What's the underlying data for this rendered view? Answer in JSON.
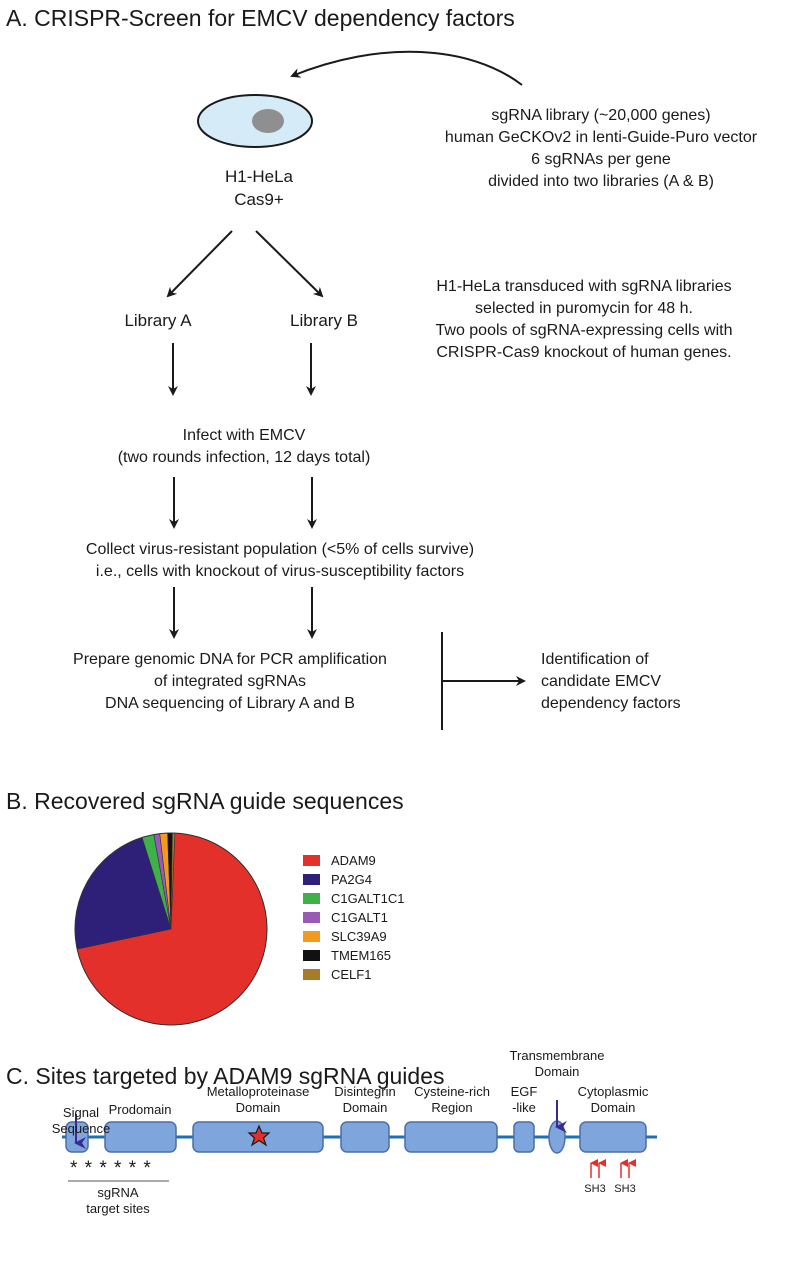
{
  "section_a": {
    "title": "A. CRISPR-Screen for EMCV dependency factors",
    "cell_label_line1": "H1-HeLa",
    "cell_label_line2": "Cas9+",
    "library_info": [
      "sgRNA library (~20,000 genes)",
      "human GeCKOv2 in lenti-Guide-Puro vector",
      "6 sgRNAs per gene",
      "divided into two libraries (A & B)"
    ],
    "library_a": "Library A",
    "library_b": "Library B",
    "transduction_info": [
      "H1-HeLa transduced with sgRNA libraries",
      "selected in puromycin for 48 h.",
      "Two pools of sgRNA-expressing cells with",
      "CRISPR-Cas9 knockout of human genes."
    ],
    "infect_lines": [
      "Infect with EMCV",
      "(two rounds infection, 12 days total)"
    ],
    "collect_lines": [
      "Collect virus-resistant population (<5% of cells survive)",
      "i.e., cells with knockout of virus-susceptibility factors"
    ],
    "prepare_lines": [
      "Prepare genomic DNA for PCR amplification",
      "of integrated sgRNAs",
      "DNA sequencing of Library A and B"
    ],
    "identify_lines": [
      "Identification of",
      "candidate EMCV",
      "dependency factors"
    ]
  },
  "section_b": {
    "title": "B. Recovered sgRNA guide sequences"
  },
  "chart_data": {
    "type": "pie",
    "title": "",
    "slices": [
      {
        "label": "ADAM9",
        "value": 71.0,
        "color": "#e3302b"
      },
      {
        "label": "PA2G4",
        "value": 23.5,
        "color": "#2e1f78"
      },
      {
        "label": "C1GALT1C1",
        "value": 2.0,
        "color": "#3fb04a"
      },
      {
        "label": "C1GALT1",
        "value": 1.0,
        "color": "#9b59b6"
      },
      {
        "label": "SLC39A9",
        "value": 1.3,
        "color": "#f39a1e"
      },
      {
        "label": "TMEM165",
        "value": 0.8,
        "color": "#111111"
      },
      {
        "label": "CELF1",
        "value": 0.4,
        "color": "#a67c2a"
      }
    ],
    "legend_position": "right"
  },
  "section_c": {
    "title": "C. Sites targeted by ADAM9 sgRNA guides",
    "signal_label": [
      "Signal",
      "Sequence"
    ],
    "prodomain_label": "Prodomain",
    "metallo_label": [
      "Metalloproteinase",
      "Domain"
    ],
    "disintegrin_label": [
      "Disintegrin",
      "Domain"
    ],
    "cysteine_label": [
      "Cysteine-rich",
      "Region"
    ],
    "egf_label": [
      "EGF",
      "-like"
    ],
    "transmembrane_label": [
      "Transmembrane",
      "Domain"
    ],
    "cytoplasmic_label": [
      "Cytoplasmic",
      "Domain"
    ],
    "asterisks": "* * * * * *",
    "sgrna_label": [
      "sgRNA",
      "target sites"
    ],
    "sh3_1": "SH3",
    "sh3_2": "SH3",
    "colors": {
      "domain_fill": "#7fa6dc",
      "domain_stroke": "#4a6fa8",
      "backbone": "#1f6fb5",
      "arrow_purple": "#3b2a8f",
      "star": "#e3302b",
      "sh3_arrow": "#e3302b"
    }
  }
}
